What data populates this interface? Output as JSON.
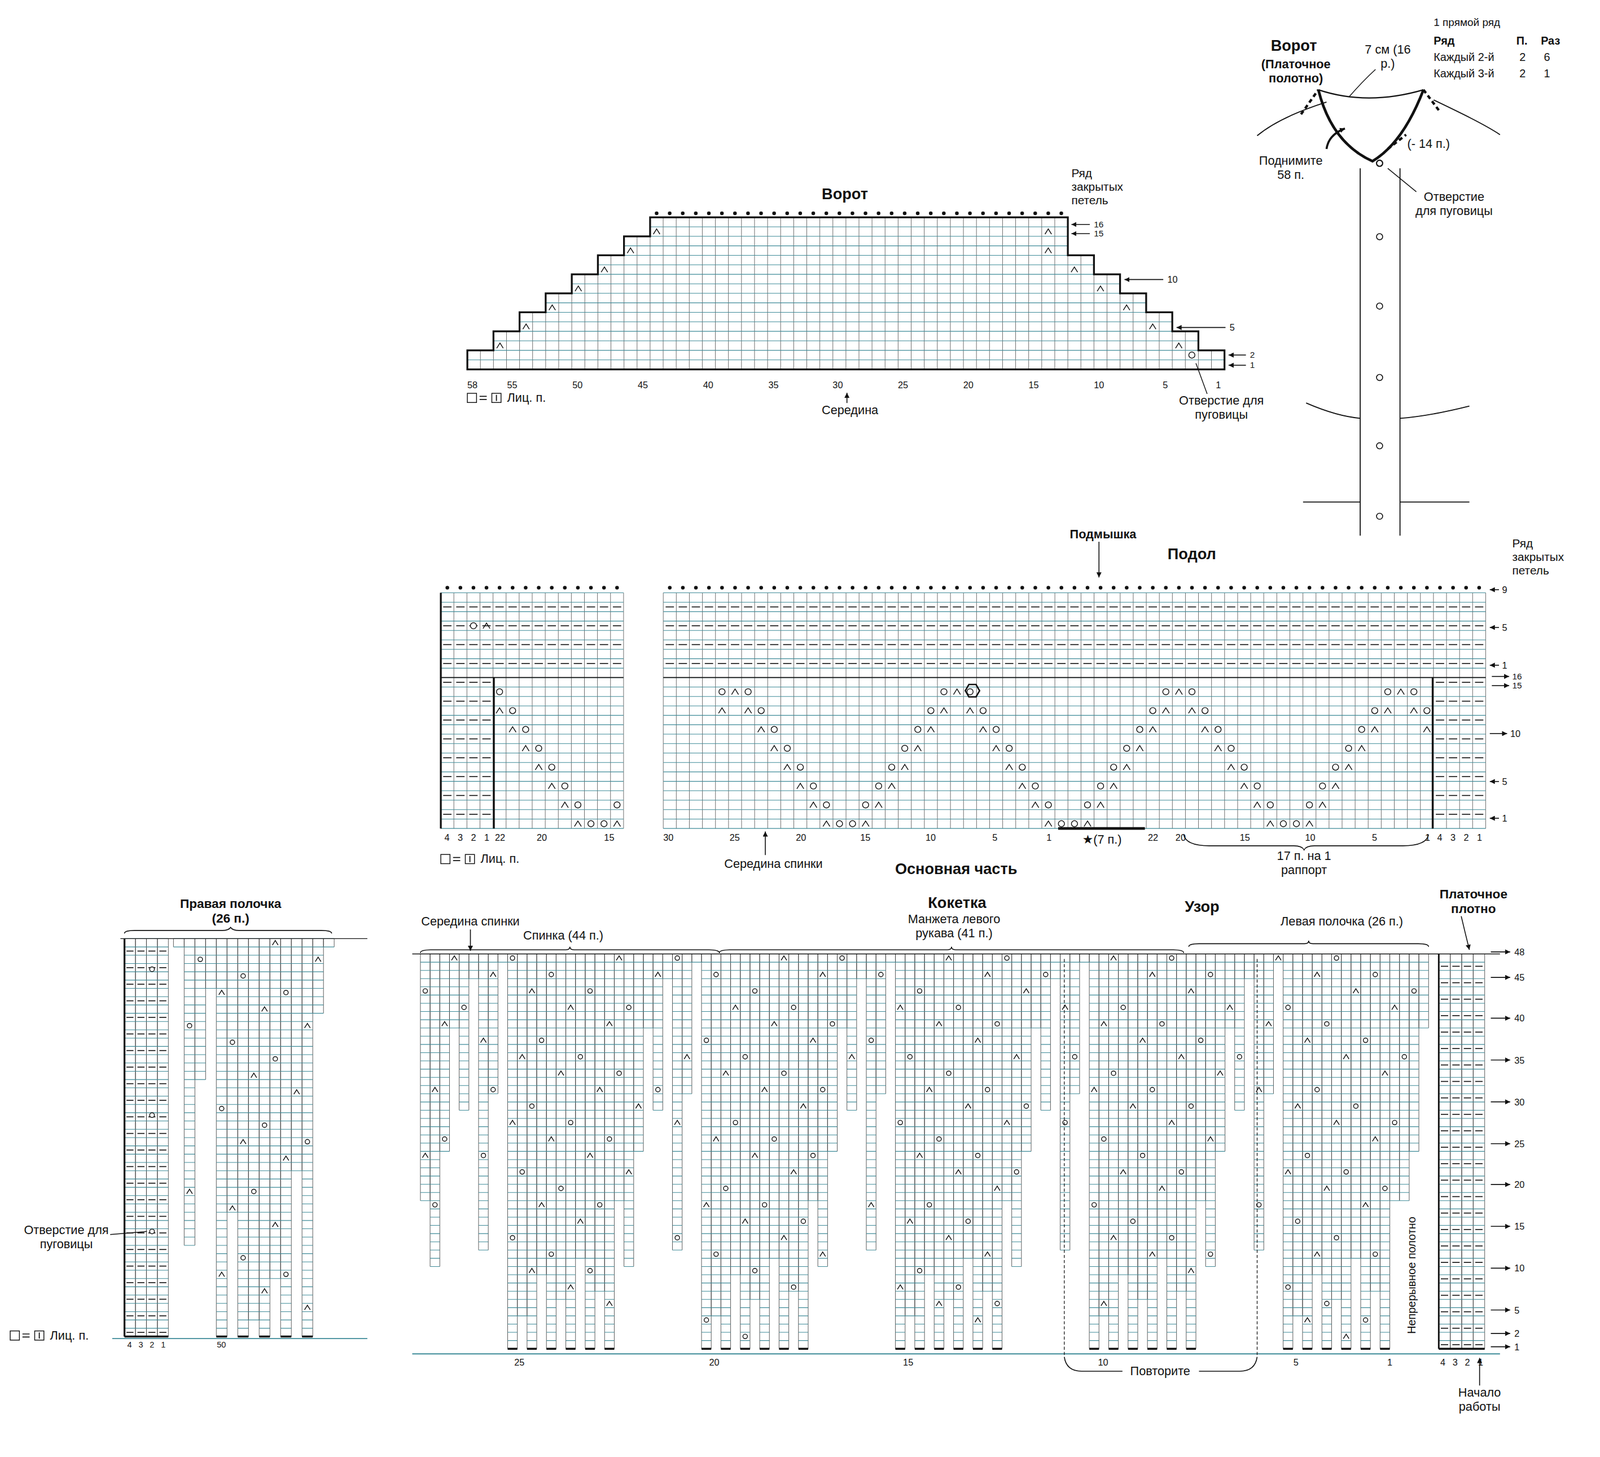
{
  "diagram": {
    "labels": [
      "Ворот",
      "Ряд закрытых петель",
      "16",
      "15",
      "10",
      "5",
      "2",
      "1",
      "58",
      "55",
      "50",
      "45",
      "40",
      "35",
      "30",
      "25",
      "20",
      "15",
      "10",
      "5",
      "1",
      "Середина",
      "Отверстие для пуговицы",
      "Ворот",
      "(Платочное полотно)",
      "7 см (16 р.)",
      "1 прямой ряд",
      "Ряд",
      "П.",
      "Раз",
      "Каждый 2-й",
      "2",
      "6",
      "Каждый 3-й",
      "2",
      "1",
      "(- 14 п.)",
      "Поднимите 58 п.",
      "Отверстие для пуговицы",
      "Подмышка",
      "Подол",
      "Ряд закрытых петель",
      "9",
      "5",
      "1",
      "16",
      "15",
      "10",
      "5",
      "1",
      "4",
      "3",
      "2",
      "1",
      "22",
      "20",
      "15",
      "30",
      "25",
      "20",
      "15",
      "10",
      "5",
      "1",
      "★(7 п.)",
      "22",
      "20",
      "15",
      "10",
      "5",
      "1",
      "4",
      "3",
      "2",
      "1",
      "Середина спинки",
      "17 п. на 1 раппорт",
      "Основная часть",
      "Правая полочка (26 п.)",
      "Отверстие для пуговицы",
      "4",
      "3",
      "2",
      "1",
      "50",
      "Середина спинки",
      "Спинка (44 п.)",
      "Кокетка",
      "Манжета левого рукава (41 п.)",
      "Узор",
      "Левая полочка (26 п.)",
      "Платочное плотно",
      "48",
      "45",
      "40",
      "35",
      "30",
      "25",
      "20",
      "15",
      "10",
      "5",
      "2",
      "1",
      "Непрерывное полотно",
      "25",
      "20",
      "15",
      "10",
      "5",
      "1",
      "4",
      "3",
      "2",
      "1",
      "Повторите",
      "Начало работы"
    ],
    "legend": [
      {
        "text": "Лиц. п."
      },
      {
        "text": "Лиц. п."
      },
      {
        "text": "Лиц. п."
      }
    ]
  }
}
